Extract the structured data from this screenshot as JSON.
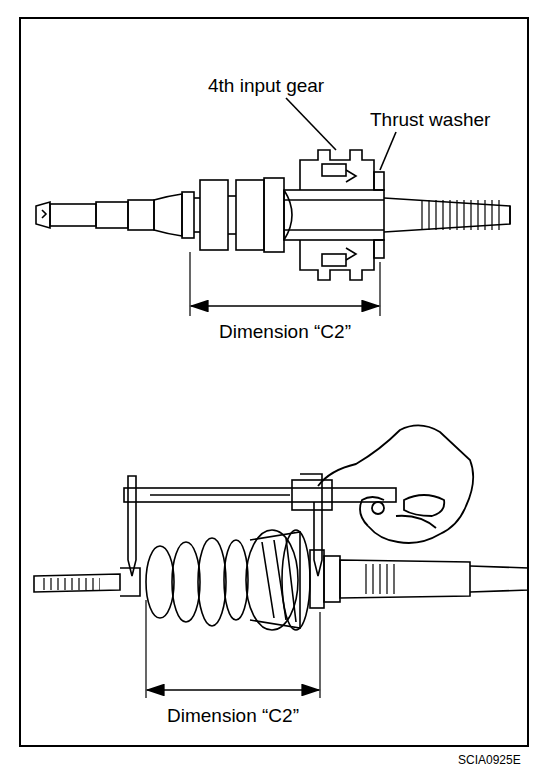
{
  "diagram": {
    "labels": [
      "4th input gear",
      "Thrust washer",
      "Dimension “C2”",
      "Dimension “C2”",
      "SCIA0925E"
    ]
  }
}
